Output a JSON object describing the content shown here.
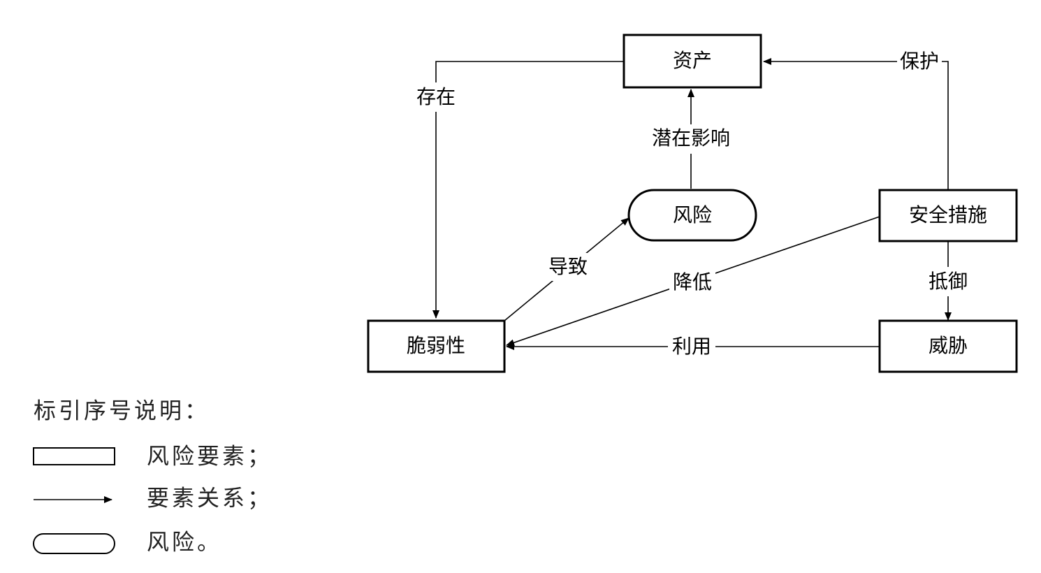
{
  "nodes": {
    "asset": "资产",
    "risk": "风险",
    "security_measures": "安全措施",
    "vulnerability": "脆弱性",
    "threat": "威胁"
  },
  "edges": {
    "exists": "存在",
    "potential_impact": "潜在影响",
    "protect": "保护",
    "cause": "导致",
    "reduce": "降低",
    "resist": "抵御",
    "exploit": "利用"
  },
  "legend": {
    "title": "标引序号说明：",
    "items": [
      {
        "shape": "rectangle",
        "label": "风险要素；"
      },
      {
        "shape": "arrow",
        "label": "要素关系；"
      },
      {
        "shape": "rounded",
        "label": "风险。"
      }
    ]
  },
  "colors": {
    "stroke": "#000000",
    "background": "#ffffff",
    "legend_text": "#222222"
  }
}
